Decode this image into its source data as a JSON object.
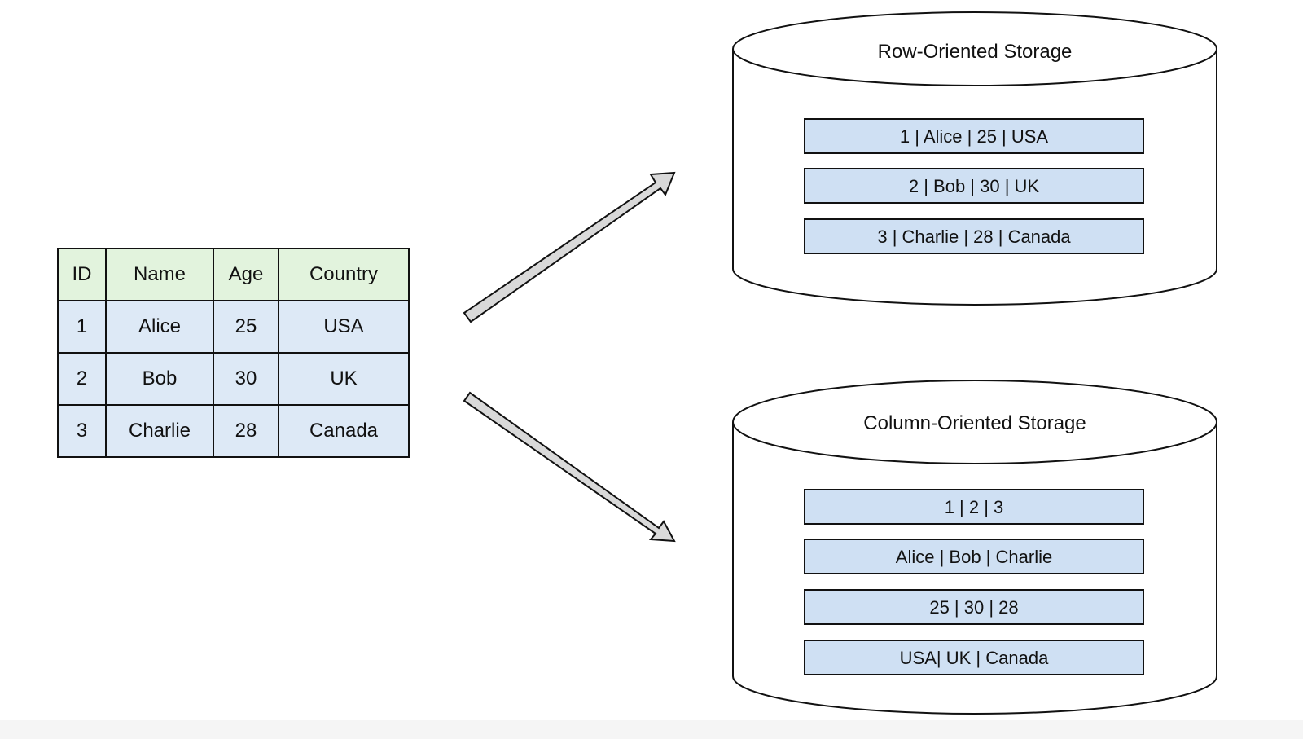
{
  "table": {
    "headers": [
      "ID",
      "Name",
      "Age",
      "Country"
    ],
    "rows": [
      [
        "1",
        "Alice",
        "25",
        "USA"
      ],
      [
        "2",
        "Bob",
        "30",
        "UK"
      ],
      [
        "3",
        "Charlie",
        "28",
        "Canada"
      ]
    ]
  },
  "row_storage": {
    "title": "Row-Oriented Storage",
    "records": [
      "1 | Alice | 25 | USA",
      "2 | Bob | 30 | UK",
      "3 | Charlie | 28 | Canada"
    ]
  },
  "column_storage": {
    "title": "Column-Oriented Storage",
    "columns": [
      "1 | 2 | 3",
      "Alice | Bob | Charlie",
      "25 | 30 | 28",
      "USA| UK | Canada"
    ]
  },
  "colors": {
    "table_header": "#e2f3dd",
    "table_body": "#dde9f6",
    "storage_bar": "#cfe0f3",
    "arrow_fill": "#d9d9d9",
    "line": "#111111"
  }
}
